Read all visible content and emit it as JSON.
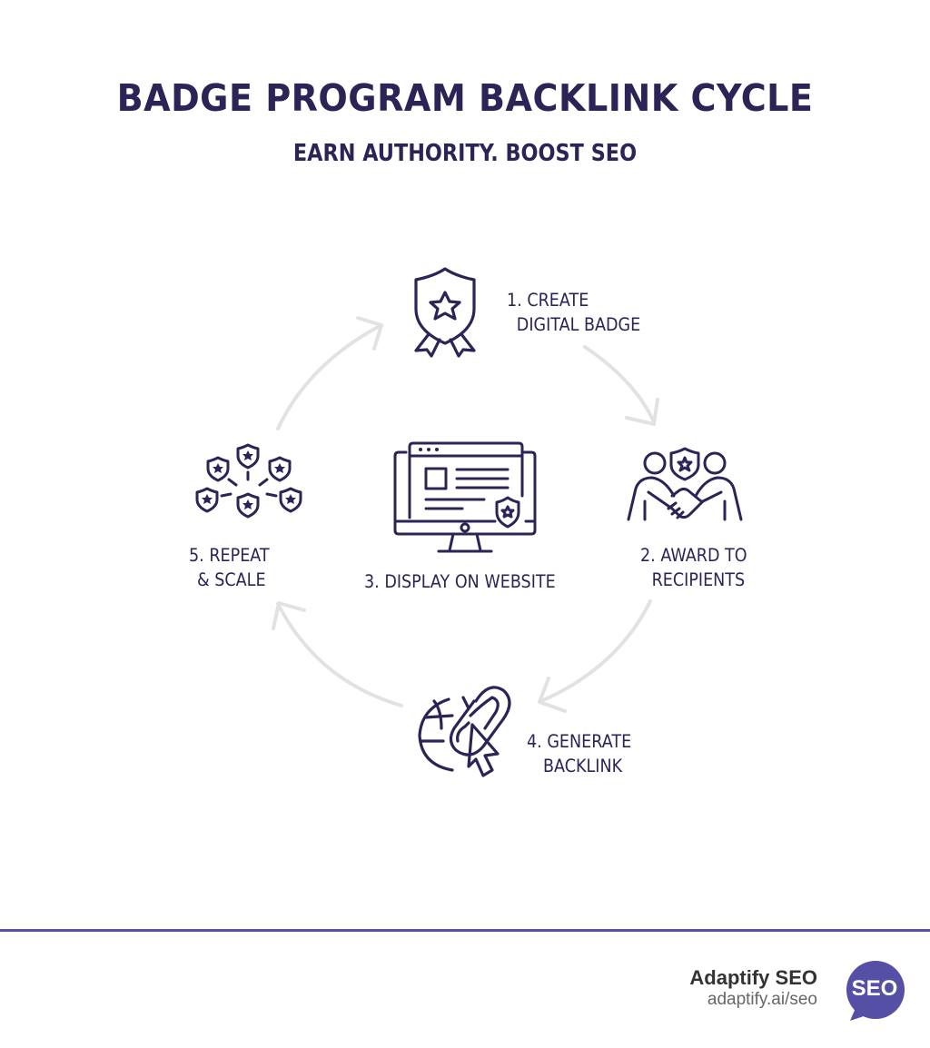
{
  "header": {
    "title": "BADGE PROGRAM BACKLINK CYCLE",
    "subtitle": "EARN AUTHORITY. BOOST SEO"
  },
  "steps": [
    {
      "number": "1.",
      "line1": "1. CREATE",
      "line2": "DIGITAL BADGE",
      "icon": "shield-star-ribbon-icon"
    },
    {
      "number": "2.",
      "line1": "2. AWARD TO",
      "line2": "RECIPIENTS",
      "icon": "handshake-badge-icon"
    },
    {
      "number": "3.",
      "line1": "3. DISPLAY ON WEBSITE",
      "line2": "",
      "icon": "monitor-badge-icon"
    },
    {
      "number": "4.",
      "line1": "4. GENERATE",
      "line2": "BACKLINK",
      "icon": "globe-link-cursor-icon"
    },
    {
      "number": "5.",
      "line1": "5. REPEAT",
      "line2": "& SCALE",
      "icon": "badge-network-icon"
    }
  ],
  "colors": {
    "primary": "#2c2456",
    "accent": "#5550a6",
    "arrow": "#e2e2e2",
    "brand_text": "#333333",
    "brand_url": "#666666"
  },
  "footer": {
    "brand_name": "Adaptify SEO",
    "brand_url": "adaptify.ai/seo",
    "logo_text": "SEO"
  }
}
